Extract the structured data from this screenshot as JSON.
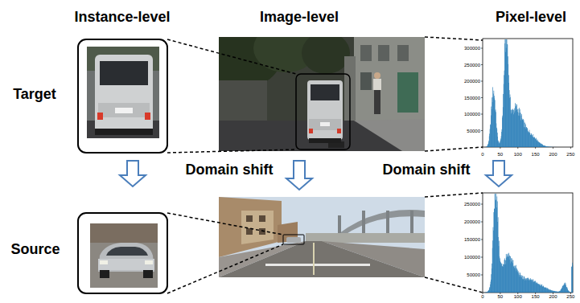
{
  "diagram": {
    "labels": [
      "Instance-level",
      "Image-level",
      "Pixel-level",
      "Target",
      "300000",
      "250000",
      "200000",
      "150000",
      "100000",
      "50000",
      "0",
      "50",
      "100",
      "150",
      "200",
      "250",
      "Domain shift",
      "Domain shift",
      "Source",
      "250000",
      "200000",
      "150000",
      "100000",
      "50000",
      "0",
      "50",
      "100",
      "150",
      "200",
      "250"
    ]
  }
}
